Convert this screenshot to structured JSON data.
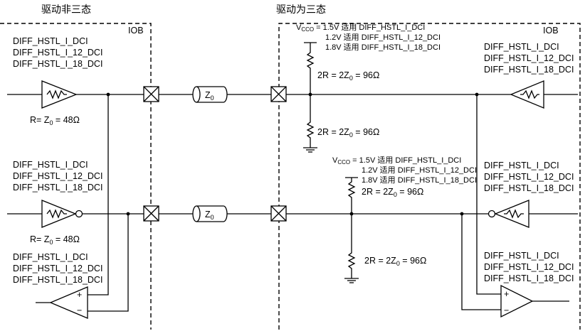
{
  "titles": {
    "left": "驱动非三态",
    "right": "驱动为三态"
  },
  "iob_label": "IOB",
  "io_standards": [
    "DIFF_HSTL_I_DCI",
    "DIFF_HSTL_I_12_DCI",
    "DIFF_HSTL_I_18_DCI"
  ],
  "vcco": {
    "prefix": "V",
    "sub": "CCO",
    "line1": " = 1.5V 适用 DIFF_HSTL_I_DCI",
    "line2": "1.2V 适用 DIFF_HSTL_I_12_DCI",
    "line3": "1.8V 适用 DIFF_HSTL_I_18_DCI"
  },
  "impedance": {
    "z_letter": "Z",
    "z_sub": "0",
    "r_prefix": "R= Z",
    "r_suffix": " = 48Ω",
    "two_r_prefix": "2R = 2Z",
    "two_r_suffix": " = 96Ω"
  },
  "signs": {
    "plus": "+",
    "minus": "−"
  }
}
